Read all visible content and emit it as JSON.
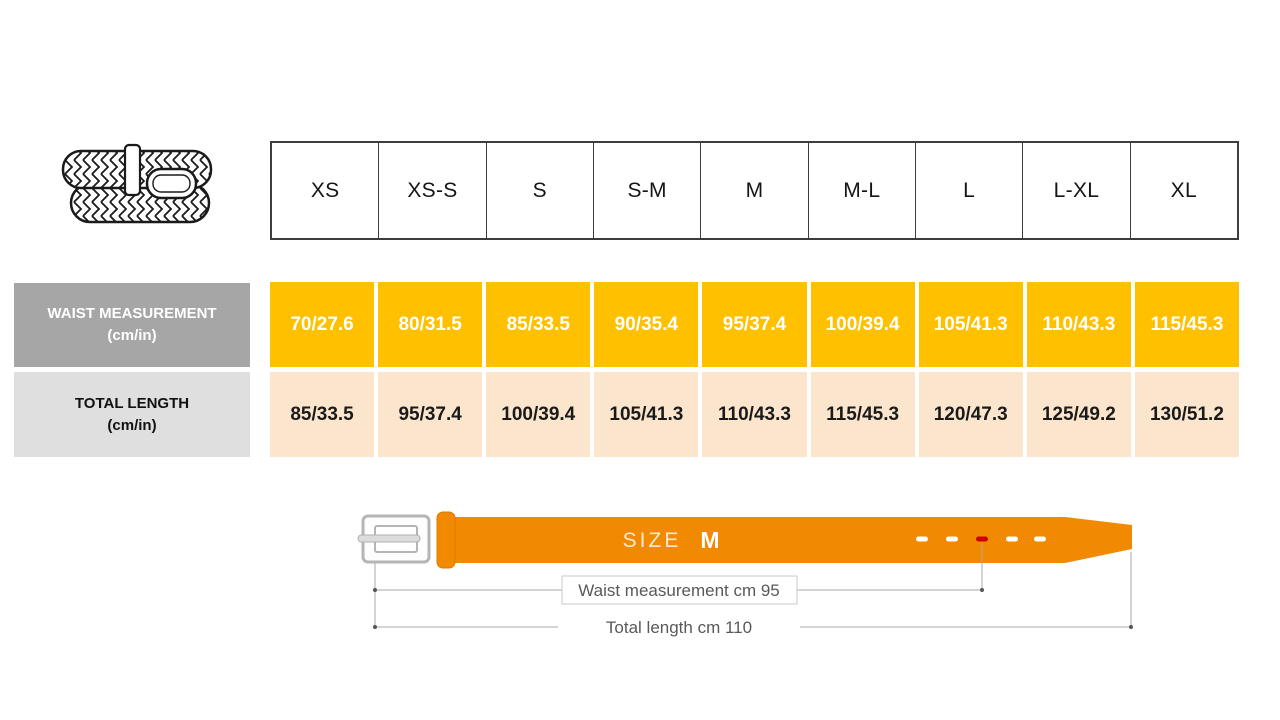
{
  "table": {
    "sizes": [
      "XS",
      "XS-S",
      "S",
      "S-M",
      "M",
      "M-L",
      "L",
      "L-XL",
      "XL"
    ],
    "waist_label": "WAIST MEASUREMENT",
    "waist_unit": "(cm/in)",
    "waist_values": [
      "70/27.6",
      "80/31.5",
      "85/33.5",
      "90/35.4",
      "95/37.4",
      "100/39.4",
      "105/41.3",
      "110/43.3",
      "115/45.3"
    ],
    "length_label": "TOTAL LENGTH",
    "length_unit": "(cm/in)",
    "length_values": [
      "85/33.5",
      "95/37.4",
      "100/39.4",
      "105/41.3",
      "110/43.3",
      "115/45.3",
      "120/47.3",
      "125/49.2",
      "130/51.2"
    ]
  },
  "diagram": {
    "size_label": "SIZE",
    "size_value": "M",
    "waist_annotation": "Waist measurement cm 95",
    "length_annotation": "Total length cm 110"
  },
  "icons": {
    "belt_illustration": "braided-belt-icon",
    "belt_diagram": "belt-with-buckle-diagram"
  },
  "colors": {
    "waist_row_bg": "#FFC000",
    "waist_row_text": "#FFFFFF",
    "length_row_bg": "#FCE5CD",
    "waist_label_bg": "#A6A6A6",
    "length_label_bg": "#DFDFDF",
    "belt_strap": "#F18A00",
    "marked_hole": "#CC0000",
    "annotation_text": "#595959"
  },
  "chart_data": {
    "type": "table",
    "title": "Belt size chart",
    "columns": [
      "XS",
      "XS-S",
      "S",
      "S-M",
      "M",
      "M-L",
      "L",
      "L-XL",
      "XL"
    ],
    "rows": [
      {
        "label": "WAIST MEASUREMENT (cm/in)",
        "values": [
          "70/27.6",
          "80/31.5",
          "85/33.5",
          "90/35.4",
          "95/37.4",
          "100/39.4",
          "105/41.3",
          "110/43.3",
          "115/45.3"
        ]
      },
      {
        "label": "TOTAL LENGTH (cm/in)",
        "values": [
          "85/33.5",
          "95/37.4",
          "100/39.4",
          "105/41.3",
          "110/43.3",
          "115/45.3",
          "120/47.3",
          "125/49.2",
          "130/51.2"
        ]
      }
    ],
    "example": {
      "size": "M",
      "waist_cm": 95,
      "total_length_cm": 110
    }
  }
}
